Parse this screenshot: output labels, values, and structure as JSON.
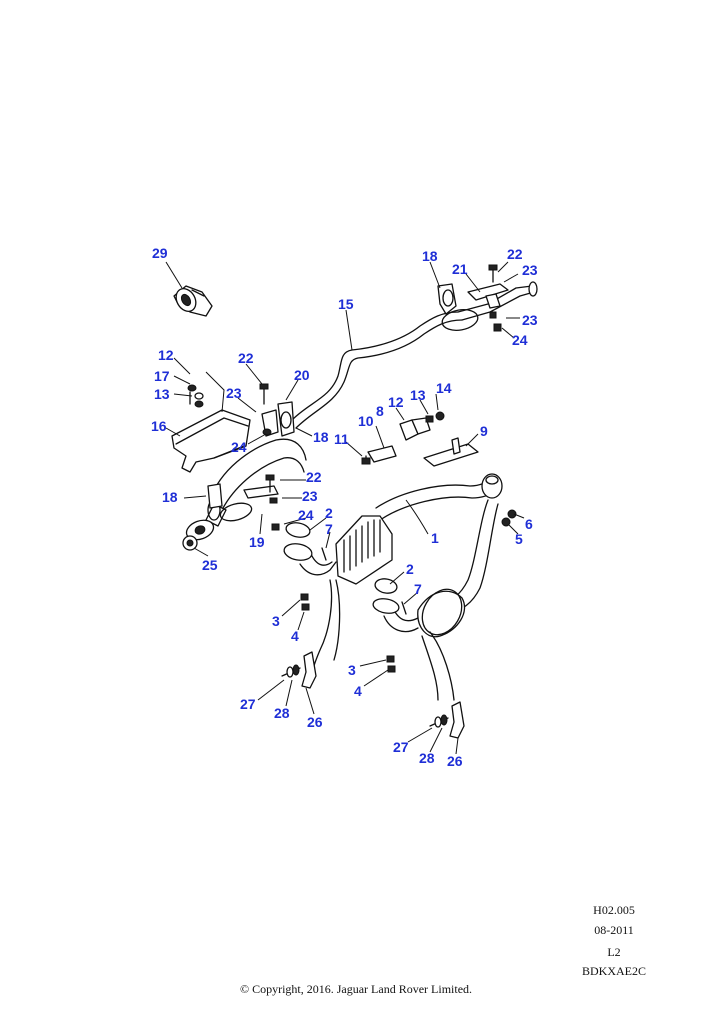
{
  "diagram": {
    "callouts": {
      "c29": "29",
      "c18a": "18",
      "c21": "21",
      "c22a": "22",
      "c23a": "23",
      "c23b": "23",
      "c24a": "24",
      "c15": "15",
      "c12a": "12",
      "c17": "17",
      "c13a": "13",
      "c22b": "22",
      "c20": "20",
      "c23c": "23",
      "c16": "16",
      "c24b": "24",
      "c18b": "18",
      "c12b": "12",
      "c13b": "13",
      "c14": "14",
      "c8": "8",
      "c10": "10",
      "c11": "11",
      "c9": "9",
      "c22c": "22",
      "c18c": "18",
      "c23d": "23",
      "c24c": "24",
      "c19": "19",
      "c2a": "2",
      "c7a": "7",
      "c1": "1",
      "c6": "6",
      "c5": "5",
      "c25": "25",
      "c3a": "3",
      "c4a": "4",
      "c2b": "2",
      "c7b": "7",
      "c3b": "3",
      "c4b": "4",
      "c27a": "27",
      "c28a": "28",
      "c26a": "26",
      "c27b": "27",
      "c28b": "28",
      "c26b": "26"
    }
  },
  "footer": {
    "ref": "H02.005",
    "date": "08-2011",
    "level": "L2",
    "code": "BDKXAE2C",
    "copyright": "© Copyright, 2016. Jaguar Land Rover Limited."
  }
}
